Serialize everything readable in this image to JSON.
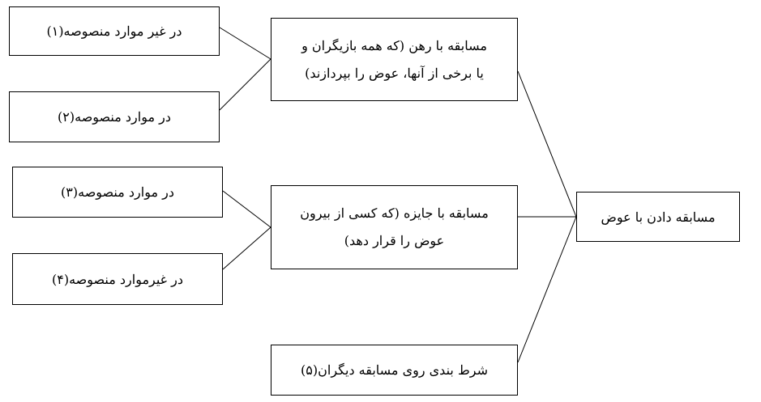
{
  "diagram": {
    "root": {
      "label": "مسابقه دادن با عوض"
    },
    "branches": [
      {
        "line1": "مسابقه با رهن (که همه بازیگران و",
        "line2": "یا برخی از آنها، عوض را بپردازند)"
      },
      {
        "line1": "مسابقه با جایزه (که کسی از بیرون",
        "line2": "عوض را قرار دهد)"
      },
      {
        "label": "شرط بندی روی مسابقه دیگران(۵)"
      }
    ],
    "leaves": [
      {
        "label": "در غیر موارد منصوصه(۱)"
      },
      {
        "label": "در موارد منصوصه(۲)"
      },
      {
        "label": "در موارد منصوصه(۳)"
      },
      {
        "label": "در غیرموارد منصوصه(۴)"
      }
    ]
  }
}
